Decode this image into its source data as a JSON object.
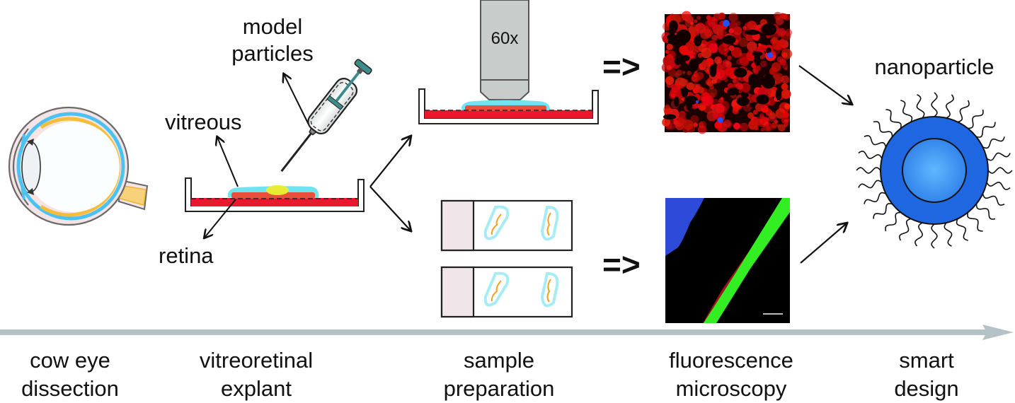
{
  "figure": {
    "title": "Workflow: cow eye to nanoparticle smart design",
    "colors": {
      "timeline_arrow": "#b4c2c8",
      "medium_red": "#e8192c",
      "retina_red": "#e8503c",
      "vitreous_cyan": "#6fe4f0",
      "particle_yellow": "#e9ec35",
      "syringe_teal": "#3d8c8c",
      "objective_gray": "#c8cccb",
      "slide_label": "#f0e6ea",
      "nanoparticle_shell": "#1f67e0",
      "nanoparticle_core": "#3d99f5",
      "eye_sclera": "#f5e4e6",
      "eye_choroid": "#4cc2f2",
      "eye_retina": "#f5bd3a"
    },
    "labels": {
      "model_particles": [
        "model",
        "particles"
      ],
      "vitreous": "vitreous",
      "retina": "retina",
      "objective": "60x",
      "implies_top": "=>",
      "implies_bottom": "=>",
      "nanoparticle": "nanoparticle"
    },
    "steps": [
      {
        "line1": "cow eye",
        "line2": "dissection"
      },
      {
        "line1": "vitreoretinal",
        "line2": "explant"
      },
      {
        "line1": "sample",
        "line2": "preparation"
      },
      {
        "line1": "fluorescence",
        "line2": "microscopy"
      },
      {
        "line1": "smart",
        "line2": "design"
      }
    ],
    "images": {
      "top": "fluorescence micrograph: red-stained tissue with sparse blue nuclei",
      "bottom": "fluorescence micrograph: retina cross-section with blue nuclear layer, red staining, green band, scale bar"
    }
  }
}
